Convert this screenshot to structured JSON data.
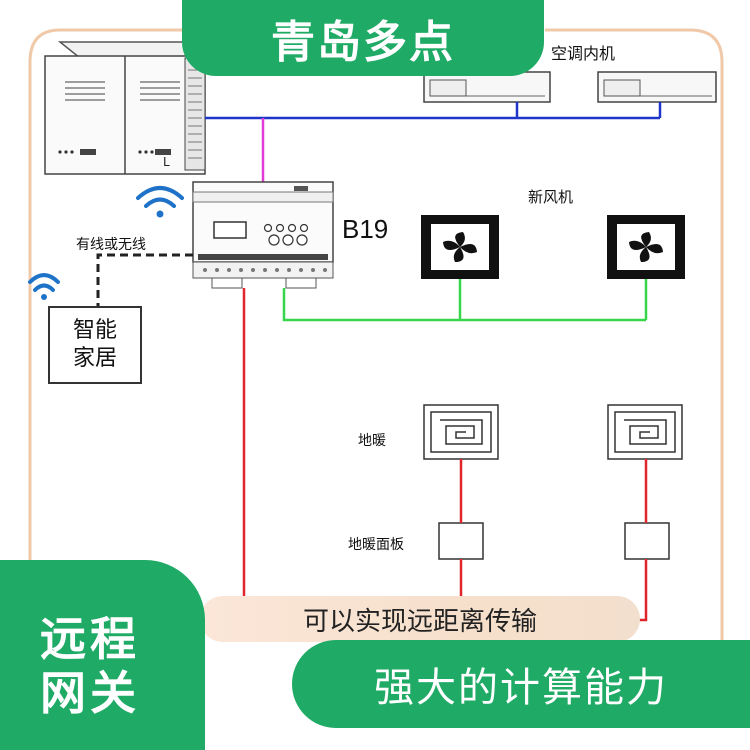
{
  "top_banner": {
    "title": "青岛多点"
  },
  "labels": {
    "ac_indoor": "空调内机",
    "fresh_air": "新风机",
    "gateway_model": "B19",
    "wired_or_wireless": "有线或无线",
    "smart_home_line1": "智能",
    "smart_home_line2": "家居",
    "floor_heating": "地暖",
    "floor_heating_panel": "地暖面板"
  },
  "outdoor_unit": {
    "mark": "L"
  },
  "corner_badge": {
    "line1": "远程",
    "line2": "网关"
  },
  "caption_light": "可以实现远距离传输",
  "caption_green": "强大的计算能力",
  "colors": {
    "brand_green": "#1faa66",
    "bus_blue": "#1f35c9",
    "wire_magenta": "#e23ad6",
    "wire_green": "#36d64a",
    "wire_red": "#e0262b",
    "wifi_blue": "#1e73c8"
  }
}
